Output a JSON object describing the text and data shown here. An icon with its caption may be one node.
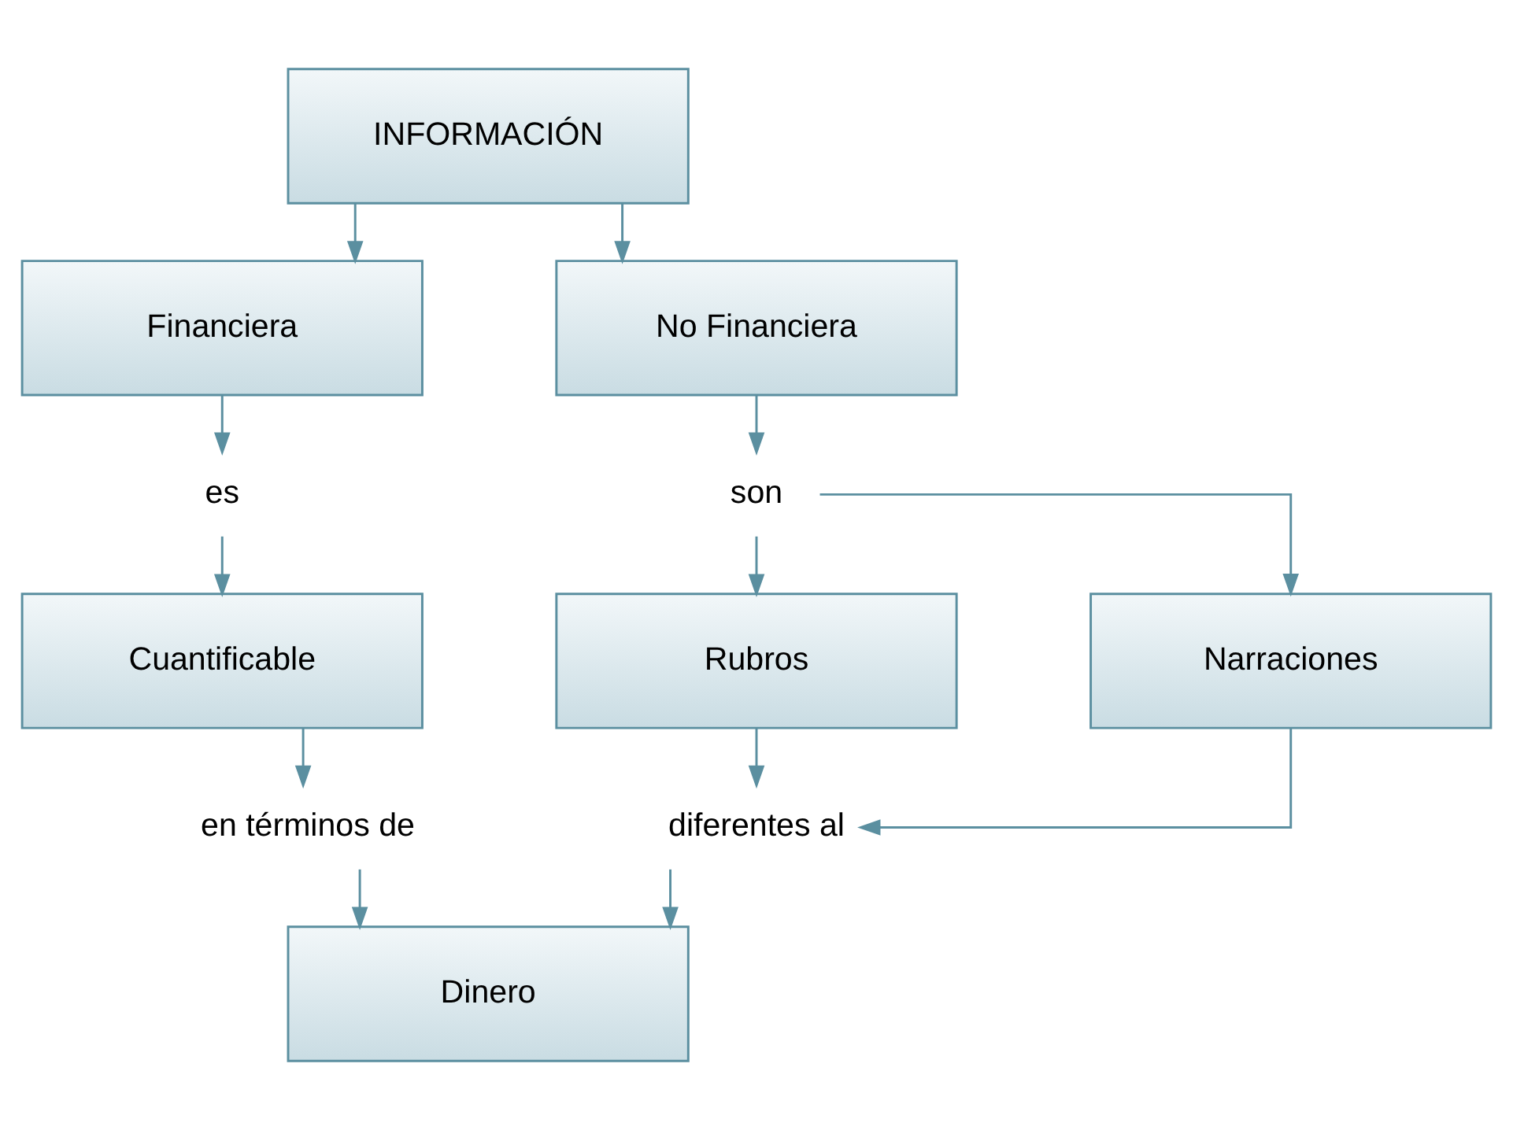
{
  "diagram": {
    "nodes": [
      {
        "text": [
          "INFORMACIÓN"
        ]
      },
      {
        "text": [
          "Financiera"
        ]
      },
      {
        "text": [
          "No Financiera"
        ]
      },
      {
        "text": [
          "es"
        ]
      },
      {
        "text": [
          "son"
        ]
      },
      {
        "text": [
          "Cuantificable"
        ]
      },
      {
        "text": [
          "Rubros"
        ]
      },
      {
        "text": [
          "Narraciones"
        ]
      },
      {
        "text": [
          "en términos de"
        ]
      },
      {
        "text": [
          "diferentes al"
        ]
      },
      {
        "text": [
          "Dinero"
        ]
      }
    ],
    "edges": [
      {
        "from": 0,
        "to": 1,
        "arrow": "to"
      },
      {
        "from": 0,
        "to": 2,
        "arrow": "to"
      },
      {
        "from": 1,
        "to": 3,
        "arrow": "to"
      },
      {
        "from": 3,
        "to": 5,
        "arrow": "to"
      },
      {
        "from": 2,
        "to": 4,
        "arrow": "to"
      },
      {
        "from": 4,
        "to": 6,
        "arrow": "to"
      },
      {
        "from": 4,
        "to": 7,
        "arrow": "to"
      },
      {
        "from": 5,
        "to": 8,
        "arrow": "to"
      },
      {
        "from": 6,
        "to": 9,
        "arrow": "to"
      },
      {
        "from": 7,
        "to": 9,
        "arrow": "to"
      },
      {
        "from": 8,
        "to": 10,
        "arrow": "to"
      },
      {
        "from": 9,
        "to": 10,
        "arrow": "to"
      }
    ]
  }
}
